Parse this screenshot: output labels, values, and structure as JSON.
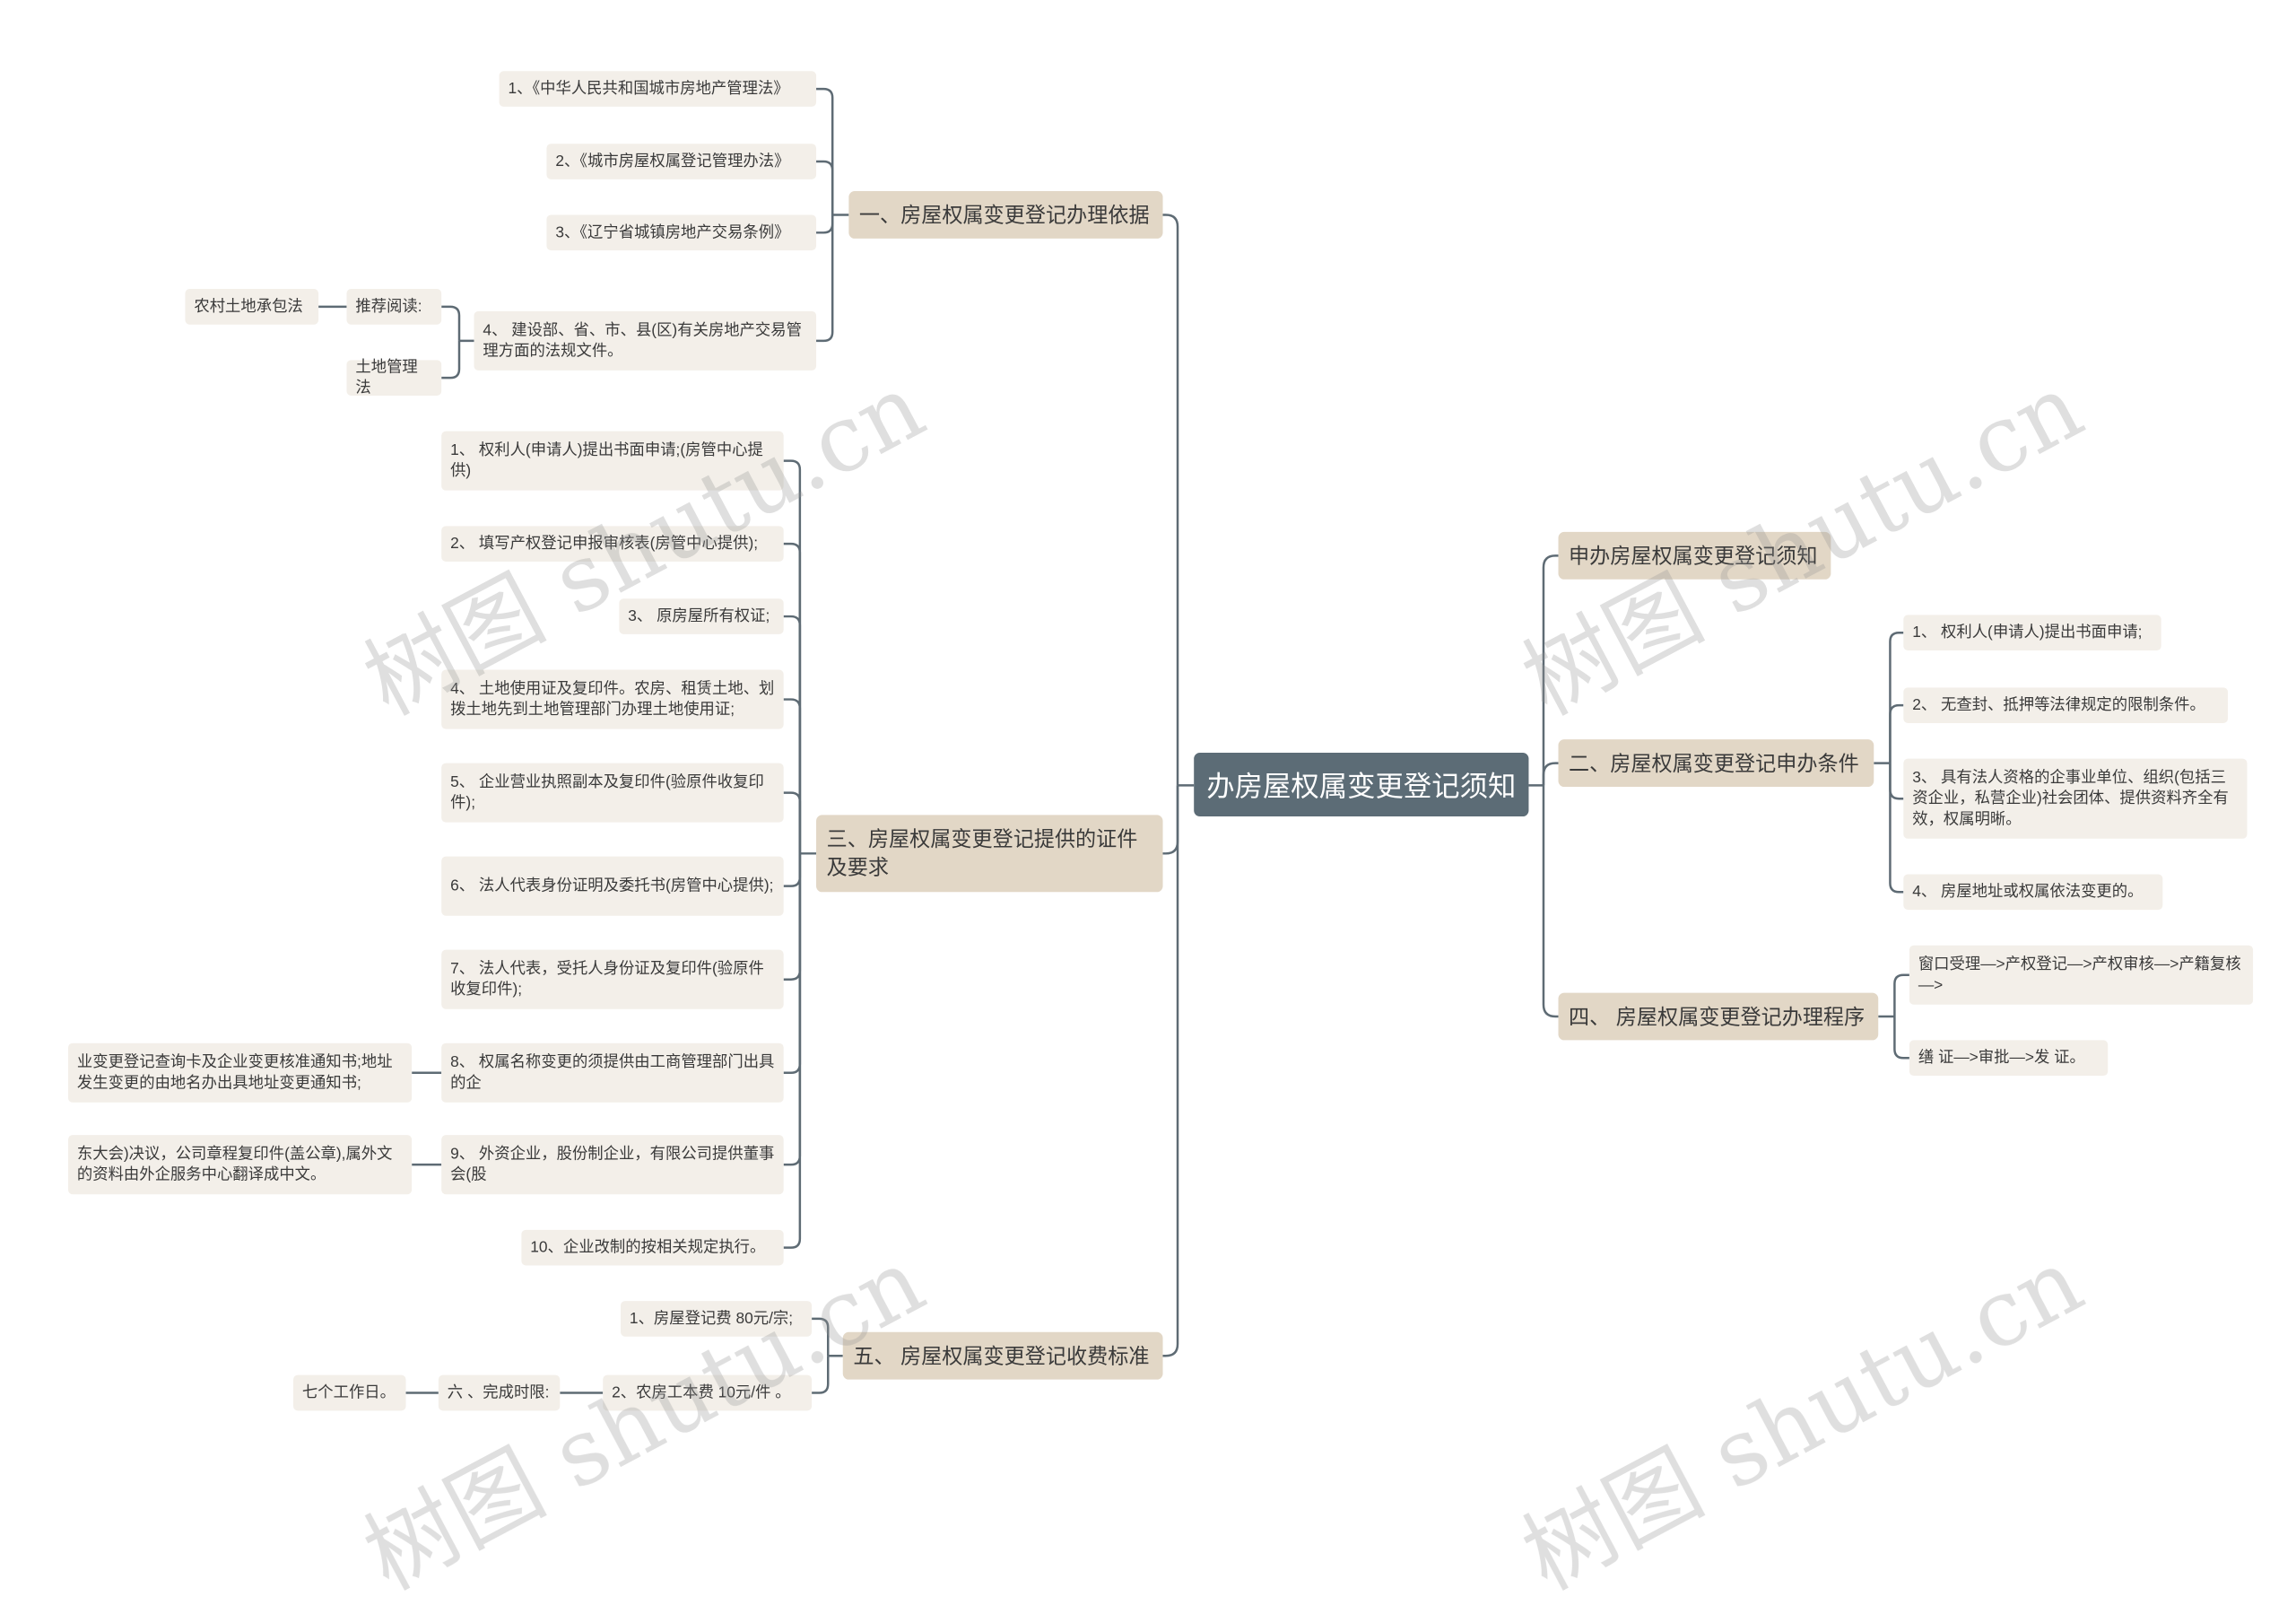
{
  "root": "办房屋权属变更登记须知",
  "left": {
    "b1": {
      "label": "一、房屋权属变更登记办理依据",
      "items": [
        "1、《中华人民共和国城市房地产管理法》",
        "2、《城市房屋权属登记管理办法》",
        "3、《辽宁省城镇房地产交易条例》",
        "4、 建设部、省、市、县(区)有关房地产交易管理方面的法规文件。"
      ],
      "sub": {
        "rec": "推荐阅读:",
        "r1": "农村土地承包法",
        "r2": "土地管理法"
      }
    },
    "b3": {
      "label": "三、房屋权属变更登记提供的证件及要求",
      "items": [
        "1、 权利人(申请人)提出书面申请;(房管中心提供)",
        "2、 填写产权登记申报审核表(房管中心提供);",
        "3、 原房屋所有权证;",
        "4、 土地使用证及复印件。农房、租赁土地、划拨土地先到土地管理部门办理土地使用证;",
        "5、 企业营业执照副本及复印件(验原件收复印件);",
        "6、 法人代表身份证明及委托书(房管中心提供);",
        "7、 法人代表，受托人身份证及复印件(验原件收复印件);",
        "8、 权属名称变更的须提供由工商管理部门出具的企",
        "9、 外资企业，股份制企业，有限公司提供董事会(股",
        "10、企业改制的按相关规定执行。"
      ],
      "ext8": "业变更登记查询卡及企业变更核准通知书;地址发生变更的由地名办出具地址变更通知书;",
      "ext9": "东大会)决议，公司章程复印件(盖公章),属外文的资料由外企服务中心翻译成中文。"
    },
    "b5": {
      "label": "五、 房屋权属变更登记收费标准",
      "items": [
        "1、房屋登记费 80元/宗;",
        "2、农房工本费 10元/件 。"
      ],
      "time": "六 、完成时限:",
      "days": "七个工作日。"
    }
  },
  "right": {
    "bA": {
      "label": "申办房屋权属变更登记须知"
    },
    "b2": {
      "label": "二、房屋权属变更登记申办条件",
      "items": [
        "1、 权利人(申请人)提出书面申请;",
        "2、 无查封、抵押等法律规定的限制条件。",
        "3、 具有法人资格的企事业单位、组织(包括三资企业，私营企业)社会团体、提供资料齐全有效，权属明晰。",
        "4、 房屋地址或权属依法变更的。"
      ]
    },
    "b4": {
      "label": "四、 房屋权属变更登记办理程序",
      "items": [
        "窗口受理—>产权登记—>产权审核—>产籍复核—>",
        "缮 证—>审批—>发 证。"
      ]
    }
  },
  "watermark": "树图 shutu.cn",
  "colors": {
    "root": "#5c6c76",
    "branch": "#e2d7c6",
    "leaf": "#f3efe9",
    "line": "#5e6b74"
  }
}
